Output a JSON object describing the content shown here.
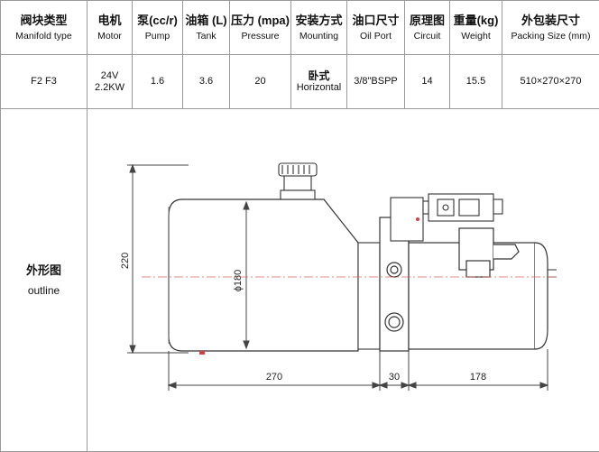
{
  "headers": [
    {
      "zh": "阀块类型",
      "en": "Manifold type"
    },
    {
      "zh": "电机",
      "en": "Motor"
    },
    {
      "zh": "泵(cc/r)",
      "en": "Pump"
    },
    {
      "zh": "油箱 (L)",
      "en": "Tank"
    },
    {
      "zh": "压力 (mpa)",
      "en": "Pressure"
    },
    {
      "zh": "安装方式",
      "en": "Mounting"
    },
    {
      "zh": "油口尺寸",
      "en": "Oil Port"
    },
    {
      "zh": "原理图",
      "en": "Circuit"
    },
    {
      "zh": "重量(kg)",
      "en": "Weight"
    },
    {
      "zh": "外包装尺寸",
      "en": "Packing Size (mm)"
    }
  ],
  "values": {
    "manifold": "F2  F3",
    "motor_voltage": "24V",
    "motor_power": "2.2KW",
    "pump": "1.6",
    "tank": "3.6",
    "pressure": "20",
    "mounting_zh": "卧式",
    "mounting_en": "Horizontal",
    "oil_port": "3/8\"BSPP",
    "circuit": "14",
    "weight": "15.5",
    "packing_size": "510×270×270"
  },
  "outline": {
    "zh": "外形图",
    "en": "outline"
  },
  "dimensions": {
    "height": "220",
    "diameter": "ϕ180",
    "tank_length": "270",
    "block_width": "30",
    "motor_length": "178"
  }
}
